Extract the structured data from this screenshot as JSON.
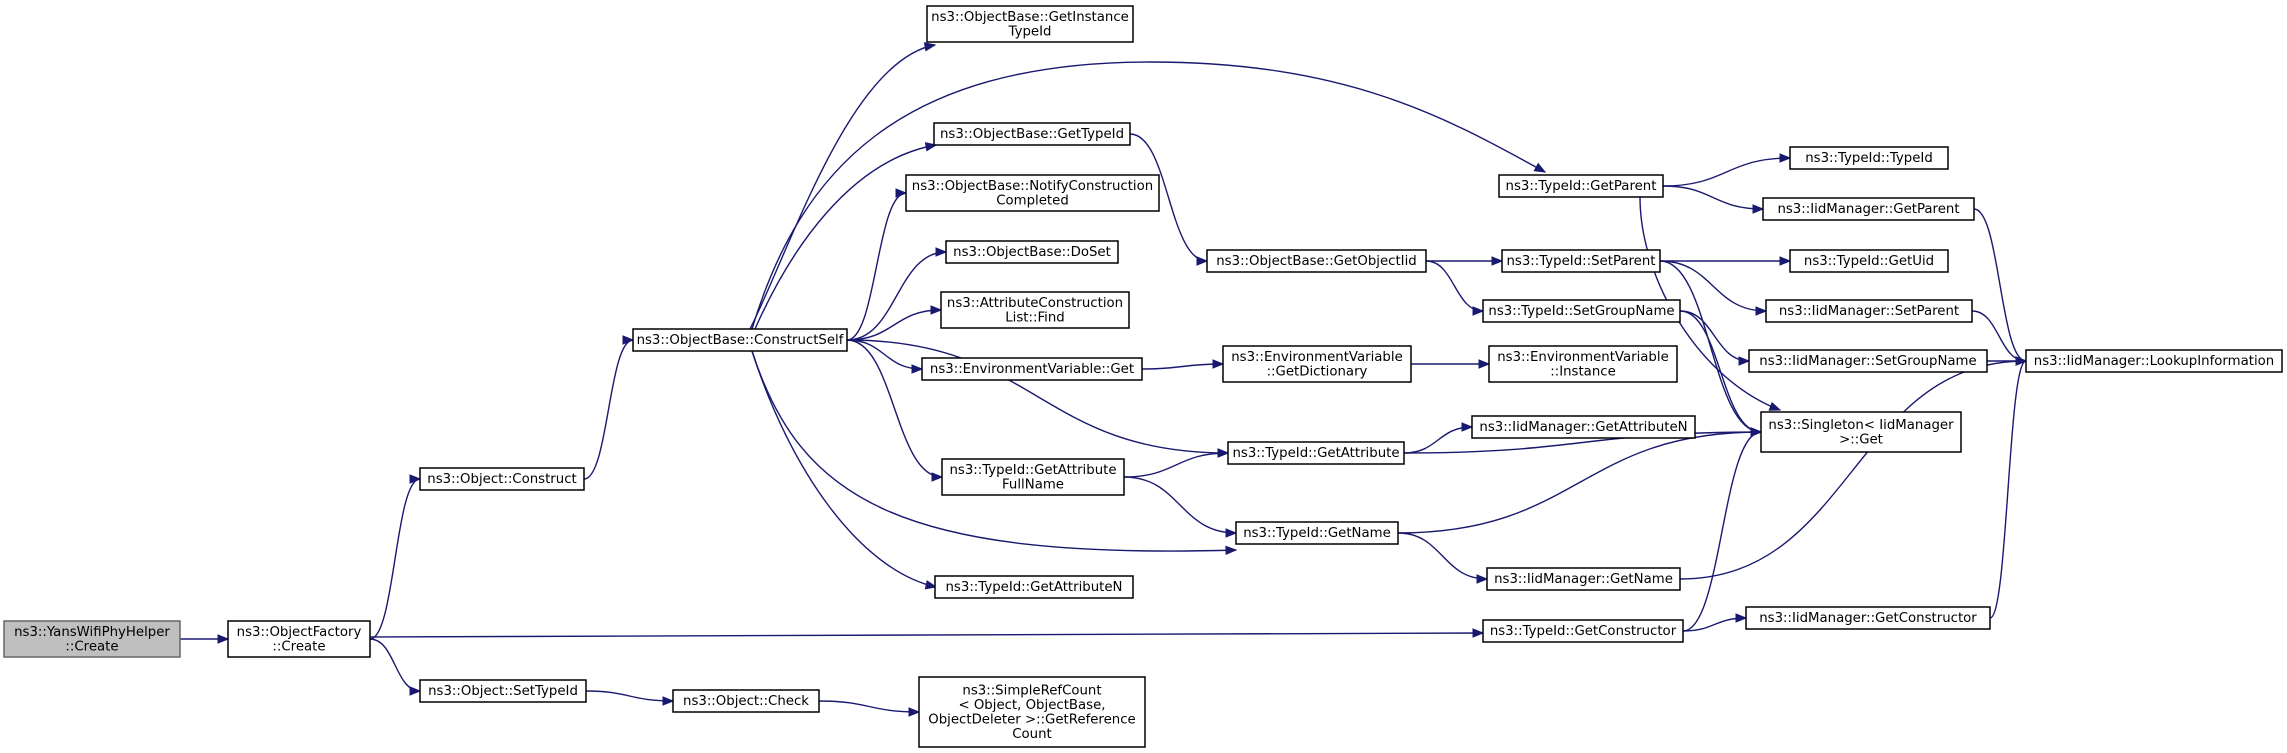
{
  "nodes": [
    {
      "id": "yans_create",
      "lines": [
        "ns3::YansWifiPhyHelper",
        "::Create"
      ],
      "root": true
    },
    {
      "id": "of_create",
      "lines": [
        "ns3::ObjectFactory",
        "::Create"
      ]
    },
    {
      "id": "obj_construct",
      "lines": [
        "ns3::Object::Construct"
      ]
    },
    {
      "id": "obj_settypeid",
      "lines": [
        "ns3::Object::SetTypeId"
      ]
    },
    {
      "id": "obj_check",
      "lines": [
        "ns3::Object::Check"
      ]
    },
    {
      "id": "simplerefcount",
      "lines": [
        "ns3::SimpleRefCount",
        "< Object, ObjectBase,",
        "ObjectDeleter >::GetReference",
        "Count"
      ]
    },
    {
      "id": "ob_constructself",
      "lines": [
        "ns3::ObjectBase::ConstructSelf"
      ]
    },
    {
      "id": "ob_getinstancetypeid",
      "lines": [
        "ns3::ObjectBase::GetInstance",
        "TypeId"
      ]
    },
    {
      "id": "ob_gettypeid",
      "lines": [
        "ns3::ObjectBase::GetTypeId"
      ]
    },
    {
      "id": "ob_notify",
      "lines": [
        "ns3::ObjectBase::NotifyConstruction",
        "Completed"
      ]
    },
    {
      "id": "ob_doset",
      "lines": [
        "ns3::ObjectBase::DoSet"
      ]
    },
    {
      "id": "acl_find",
      "lines": [
        "ns3::AttributeConstruction",
        "List::Find"
      ]
    },
    {
      "id": "env_get",
      "lines": [
        "ns3::EnvironmentVariable::Get"
      ]
    },
    {
      "id": "tid_getattrfullname",
      "lines": [
        "ns3::TypeId::GetAttribute",
        "FullName"
      ]
    },
    {
      "id": "tid_getattrn",
      "lines": [
        "ns3::TypeId::GetAttributeN"
      ]
    },
    {
      "id": "ob_getobjectiid",
      "lines": [
        "ns3::ObjectBase::GetObjectIid"
      ]
    },
    {
      "id": "env_getdict",
      "lines": [
        "ns3::EnvironmentVariable",
        "::GetDictionary"
      ]
    },
    {
      "id": "tid_getattribute",
      "lines": [
        "ns3::TypeId::GetAttribute"
      ]
    },
    {
      "id": "tid_getname",
      "lines": [
        "ns3::TypeId::GetName"
      ]
    },
    {
      "id": "tid_getparent",
      "lines": [
        "ns3::TypeId::GetParent"
      ]
    },
    {
      "id": "tid_setparent",
      "lines": [
        "ns3::TypeId::SetParent"
      ]
    },
    {
      "id": "tid_setgroupname",
      "lines": [
        "ns3::TypeId::SetGroupName"
      ]
    },
    {
      "id": "env_instance",
      "lines": [
        "ns3::EnvironmentVariable",
        "::Instance"
      ]
    },
    {
      "id": "iid_getattrn",
      "lines": [
        "ns3::IidManager::GetAttributeN"
      ]
    },
    {
      "id": "iid_getname",
      "lines": [
        "ns3::IidManager::GetName"
      ]
    },
    {
      "id": "tid_getconstructor",
      "lines": [
        "ns3::TypeId::GetConstructor"
      ]
    },
    {
      "id": "tid_typeid",
      "lines": [
        "ns3::TypeId::TypeId"
      ]
    },
    {
      "id": "iid_getparent",
      "lines": [
        "ns3::IidManager::GetParent"
      ]
    },
    {
      "id": "tid_getuid",
      "lines": [
        "ns3::TypeId::GetUid"
      ]
    },
    {
      "id": "iid_setparent",
      "lines": [
        "ns3::IidManager::SetParent"
      ]
    },
    {
      "id": "iid_setgroupname",
      "lines": [
        "ns3::IidManager::SetGroupName"
      ]
    },
    {
      "id": "singleton_get",
      "lines": [
        "ns3::Singleton< IidManager",
        ">::Get"
      ]
    },
    {
      "id": "iid_getconstructor",
      "lines": [
        "ns3::IidManager::GetConstructor"
      ]
    },
    {
      "id": "iid_lookup",
      "lines": [
        "ns3::IidManager::LookupInformation"
      ]
    }
  ],
  "edges": [
    [
      "yans_create",
      "of_create"
    ],
    [
      "of_create",
      "obj_construct"
    ],
    [
      "of_create",
      "obj_settypeid"
    ],
    [
      "of_create",
      "tid_getconstructor"
    ],
    [
      "obj_construct",
      "ob_constructself"
    ],
    [
      "obj_settypeid",
      "obj_check"
    ],
    [
      "obj_check",
      "simplerefcount"
    ],
    [
      "ob_constructself",
      "ob_getinstancetypeid"
    ],
    [
      "ob_constructself",
      "tid_getparent"
    ],
    [
      "ob_constructself",
      "ob_gettypeid"
    ],
    [
      "ob_constructself",
      "ob_notify"
    ],
    [
      "ob_constructself",
      "ob_doset"
    ],
    [
      "ob_constructself",
      "acl_find"
    ],
    [
      "ob_constructself",
      "env_get"
    ],
    [
      "ob_constructself",
      "tid_getattribute"
    ],
    [
      "ob_constructself",
      "tid_getattrfullname"
    ],
    [
      "ob_constructself",
      "tid_getname"
    ],
    [
      "ob_constructself",
      "tid_getattrn"
    ],
    [
      "ob_gettypeid",
      "ob_getobjectiid"
    ],
    [
      "ob_getobjectiid",
      "tid_setparent"
    ],
    [
      "ob_getobjectiid",
      "tid_setgroupname"
    ],
    [
      "env_get",
      "env_getdict"
    ],
    [
      "env_getdict",
      "env_instance"
    ],
    [
      "tid_getattrfullname",
      "tid_getattribute"
    ],
    [
      "tid_getattrfullname",
      "tid_getname"
    ],
    [
      "tid_getattribute",
      "iid_getattrn"
    ],
    [
      "tid_getattribute",
      "singleton_get"
    ],
    [
      "tid_getname",
      "iid_getname"
    ],
    [
      "tid_getname",
      "singleton_get"
    ],
    [
      "tid_getparent",
      "tid_typeid"
    ],
    [
      "tid_getparent",
      "iid_getparent"
    ],
    [
      "tid_getparent",
      "singleton_get"
    ],
    [
      "tid_setparent",
      "tid_getuid"
    ],
    [
      "tid_setparent",
      "iid_setparent"
    ],
    [
      "tid_setparent",
      "singleton_get"
    ],
    [
      "tid_setgroupname",
      "iid_setgroupname"
    ],
    [
      "tid_setgroupname",
      "singleton_get"
    ],
    [
      "iid_getparent",
      "iid_lookup"
    ],
    [
      "iid_setparent",
      "iid_lookup"
    ],
    [
      "iid_setgroupname",
      "iid_lookup"
    ],
    [
      "iid_getname",
      "iid_lookup"
    ],
    [
      "tid_getconstructor",
      "singleton_get"
    ],
    [
      "tid_getconstructor",
      "iid_getconstructor"
    ],
    [
      "iid_getconstructor",
      "iid_lookup"
    ]
  ]
}
